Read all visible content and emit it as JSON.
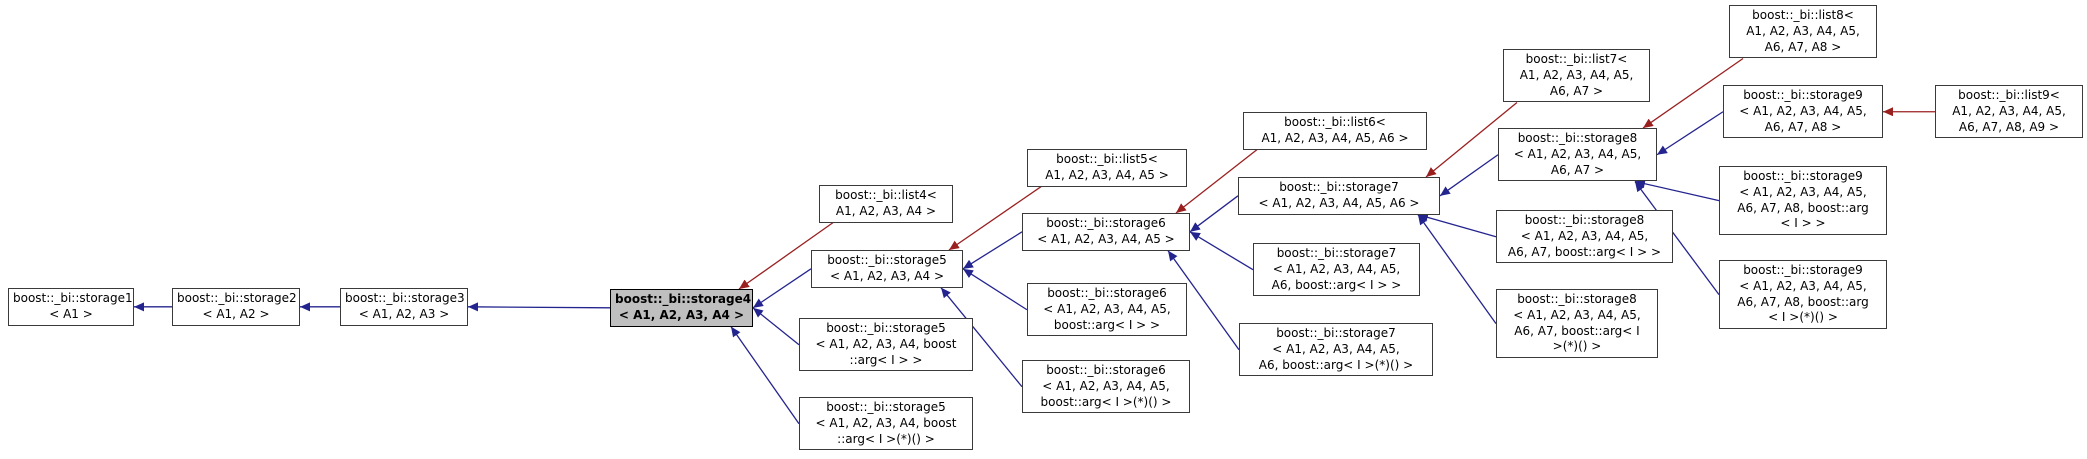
{
  "diagram": {
    "type": "class-inheritance-graph",
    "focus_class": "boost::_bi::storage4",
    "colors": {
      "public_inheritance_edge": "#24248f",
      "private_inheritance_edge": "#9a2020",
      "node_fill": "#ffffff",
      "node_border": "#3a3a3a",
      "current_node_fill": "#bfbfbf",
      "text": "#000000",
      "background": "#ffffff"
    },
    "nodes": {
      "storage1": {
        "label": "boost::_bi::storage1\n< A1 >",
        "current": false
      },
      "storage2": {
        "label": "boost::_bi::storage2\n< A1, A2 >",
        "current": false
      },
      "storage3": {
        "label": "boost::_bi::storage3\n< A1, A2, A3 >",
        "current": false
      },
      "storage4": {
        "label": "boost::_bi::storage4\n< A1, A2, A3, A4 >",
        "current": true
      },
      "list4": {
        "label": "boost::_bi::list4<\nA1, A2, A3, A4 >",
        "current": false
      },
      "storage5": {
        "label": "boost::_bi::storage5\n< A1, A2, A3, A4 >",
        "current": false
      },
      "storage5_arg": {
        "label": "boost::_bi::storage5\n< A1, A2, A3, A4, boost\n::arg< I > >",
        "current": false
      },
      "storage5_argfn": {
        "label": "boost::_bi::storage5\n< A1, A2, A3, A4, boost\n::arg< I >(*)() >",
        "current": false
      },
      "list5": {
        "label": "boost::_bi::list5<\nA1, A2, A3, A4, A5 >",
        "current": false
      },
      "storage6": {
        "label": "boost::_bi::storage6\n< A1, A2, A3, A4, A5 >",
        "current": false
      },
      "storage6_arg": {
        "label": "boost::_bi::storage6\n< A1, A2, A3, A4, A5,\nboost::arg< I > >",
        "current": false
      },
      "storage6_argfn": {
        "label": "boost::_bi::storage6\n< A1, A2, A3, A4, A5,\nboost::arg< I >(*)() >",
        "current": false
      },
      "list6": {
        "label": "boost::_bi::list6<\nA1, A2, A3, A4, A5, A6 >",
        "current": false
      },
      "storage7": {
        "label": "boost::_bi::storage7\n< A1, A2, A3, A4, A5, A6 >",
        "current": false
      },
      "storage7_arg": {
        "label": "boost::_bi::storage7\n< A1, A2, A3, A4, A5,\nA6, boost::arg< I > >",
        "current": false
      },
      "storage7_argfn": {
        "label": "boost::_bi::storage7\n< A1, A2, A3, A4, A5,\nA6, boost::arg< I >(*)() >",
        "current": false
      },
      "list7": {
        "label": "boost::_bi::list7<\nA1, A2, A3, A4, A5,\nA6, A7 >",
        "current": false
      },
      "storage8": {
        "label": "boost::_bi::storage8\n< A1, A2, A3, A4, A5,\nA6, A7 >",
        "current": false
      },
      "storage8_arg": {
        "label": "boost::_bi::storage8\n< A1, A2, A3, A4, A5,\nA6, A7, boost::arg< I > >",
        "current": false
      },
      "storage8_argfn": {
        "label": "boost::_bi::storage8\n< A1, A2, A3, A4, A5,\nA6, A7, boost::arg< I\n>(*)() >",
        "current": false
      },
      "list8": {
        "label": "boost::_bi::list8<\nA1, A2, A3, A4, A5,\nA6, A7, A8 >",
        "current": false
      },
      "storage9": {
        "label": "boost::_bi::storage9\n< A1, A2, A3, A4, A5,\nA6, A7, A8 >",
        "current": false
      },
      "storage9_arg": {
        "label": "boost::_bi::storage9\n< A1, A2, A3, A4, A5,\nA6, A7, A8, boost::arg\n< I > >",
        "current": false
      },
      "storage9_argfn": {
        "label": "boost::_bi::storage9\n< A1, A2, A3, A4, A5,\nA6, A7, A8, boost::arg\n< I >(*)() >",
        "current": false
      },
      "list9": {
        "label": "boost::_bi::list9<\nA1, A2, A3, A4, A5,\nA6, A7, A8, A9 >",
        "current": false
      }
    },
    "edges": [
      {
        "from": "storage2",
        "to": "storage1",
        "kind": "public"
      },
      {
        "from": "storage3",
        "to": "storage2",
        "kind": "public"
      },
      {
        "from": "storage4",
        "to": "storage3",
        "kind": "public"
      },
      {
        "from": "storage5",
        "to": "storage4",
        "kind": "public"
      },
      {
        "from": "storage5_arg",
        "to": "storage4",
        "kind": "public"
      },
      {
        "from": "storage5_argfn",
        "to": "storage4",
        "kind": "public",
        "ta": "bottomright"
      },
      {
        "from": "storage6",
        "to": "storage5",
        "kind": "public"
      },
      {
        "from": "storage6_arg",
        "to": "storage5",
        "kind": "public"
      },
      {
        "from": "storage6_argfn",
        "to": "storage5",
        "kind": "public",
        "ta": "bottomright"
      },
      {
        "from": "storage7",
        "to": "storage6",
        "kind": "public"
      },
      {
        "from": "storage7_arg",
        "to": "storage6",
        "kind": "public"
      },
      {
        "from": "storage7_argfn",
        "to": "storage6",
        "kind": "public",
        "ta": "bottomright"
      },
      {
        "from": "storage8",
        "to": "storage7",
        "kind": "public"
      },
      {
        "from": "storage8_arg",
        "to": "storage7",
        "kind": "public",
        "ta": "bottomright"
      },
      {
        "from": "storage8_argfn",
        "to": "storage7",
        "kind": "public",
        "ta": "bottomright"
      },
      {
        "from": "storage9",
        "to": "storage8",
        "kind": "public"
      },
      {
        "from": "storage9_arg",
        "to": "storage8",
        "kind": "public",
        "ta": "bottomright"
      },
      {
        "from": "storage9_argfn",
        "to": "storage8",
        "kind": "public",
        "ta": "bottomright"
      },
      {
        "from": "list4",
        "to": "storage4",
        "kind": "private",
        "fa": "bottomleft",
        "ta": "topright"
      },
      {
        "from": "list5",
        "to": "storage5",
        "kind": "private",
        "fa": "bottomleft",
        "ta": "topright"
      },
      {
        "from": "list6",
        "to": "storage6",
        "kind": "private",
        "fa": "bottomleft",
        "ta": "topright"
      },
      {
        "from": "list7",
        "to": "storage7",
        "kind": "private",
        "fa": "bottomleft",
        "ta": "topright"
      },
      {
        "from": "list8",
        "to": "storage8",
        "kind": "private",
        "fa": "bottomleft",
        "ta": "topright"
      },
      {
        "from": "list9",
        "to": "storage9",
        "kind": "private",
        "fa": "left",
        "ta": "right"
      }
    ]
  }
}
